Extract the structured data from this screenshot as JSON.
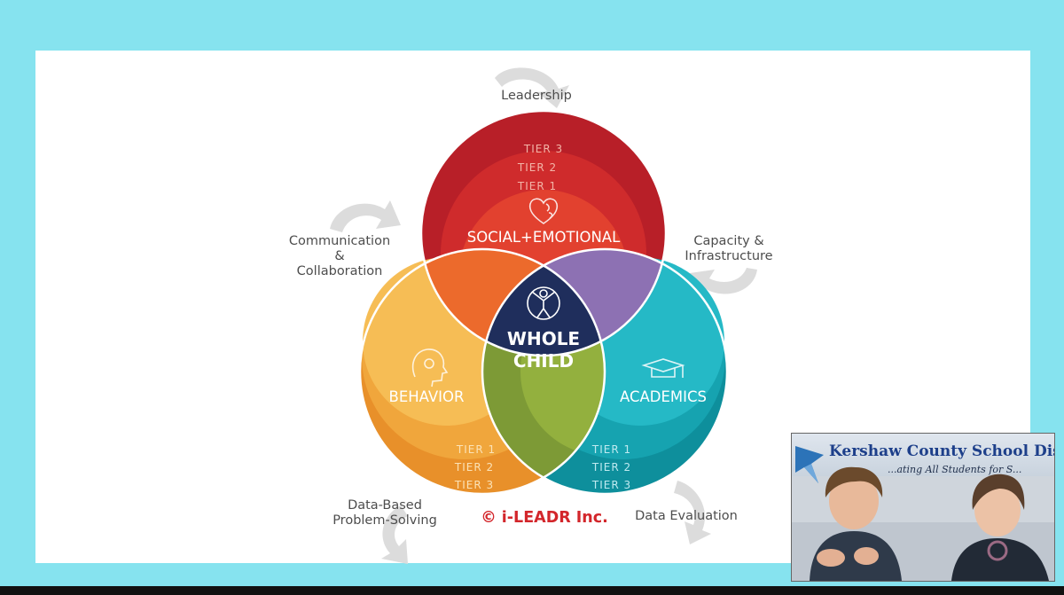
{
  "drivers": {
    "leadership": "Leadership",
    "communication_line1": "Communication &",
    "communication_line2": "Collaboration",
    "capacity_line1": "Capacity &",
    "capacity_line2": "Infrastructure",
    "data_based_line1": "Data-Based",
    "data_based_line2": "Problem-Solving",
    "data_evaluation": "Data Evaluation"
  },
  "circles": {
    "social_emotional": {
      "label": "SOCIAL+EMOTIONAL",
      "tier3": "TIER 3",
      "tier2": "TIER 2",
      "tier1": "TIER 1",
      "icon": "heart-brain-icon",
      "colors": [
        "#b81f28",
        "#cf2b2c",
        "#e2412f"
      ]
    },
    "behavior": {
      "label": "BEHAVIOR",
      "tier1": "TIER 1",
      "tier2": "TIER 2",
      "tier3": "TIER 3",
      "icon": "head-gear-icon",
      "colors": [
        "#e8902a",
        "#f0a63c",
        "#f6bd55"
      ]
    },
    "academics": {
      "label": "ACADEMICS",
      "tier1": "TIER 1",
      "tier2": "TIER 2",
      "tier3": "TIER 3",
      "icon": "graduation-cap-icon",
      "colors": [
        "#0e8f9c",
        "#16a3b0",
        "#25b9c6"
      ]
    }
  },
  "center": {
    "line1": "WHOLE",
    "line2": "CHILD",
    "icon": "child-figure-icon",
    "color": "#1f2e5c"
  },
  "copyright": "© i-LEADR Inc.",
  "video": {
    "title": "Kershaw County School District",
    "subtitle": "...ating All Students for S..."
  }
}
